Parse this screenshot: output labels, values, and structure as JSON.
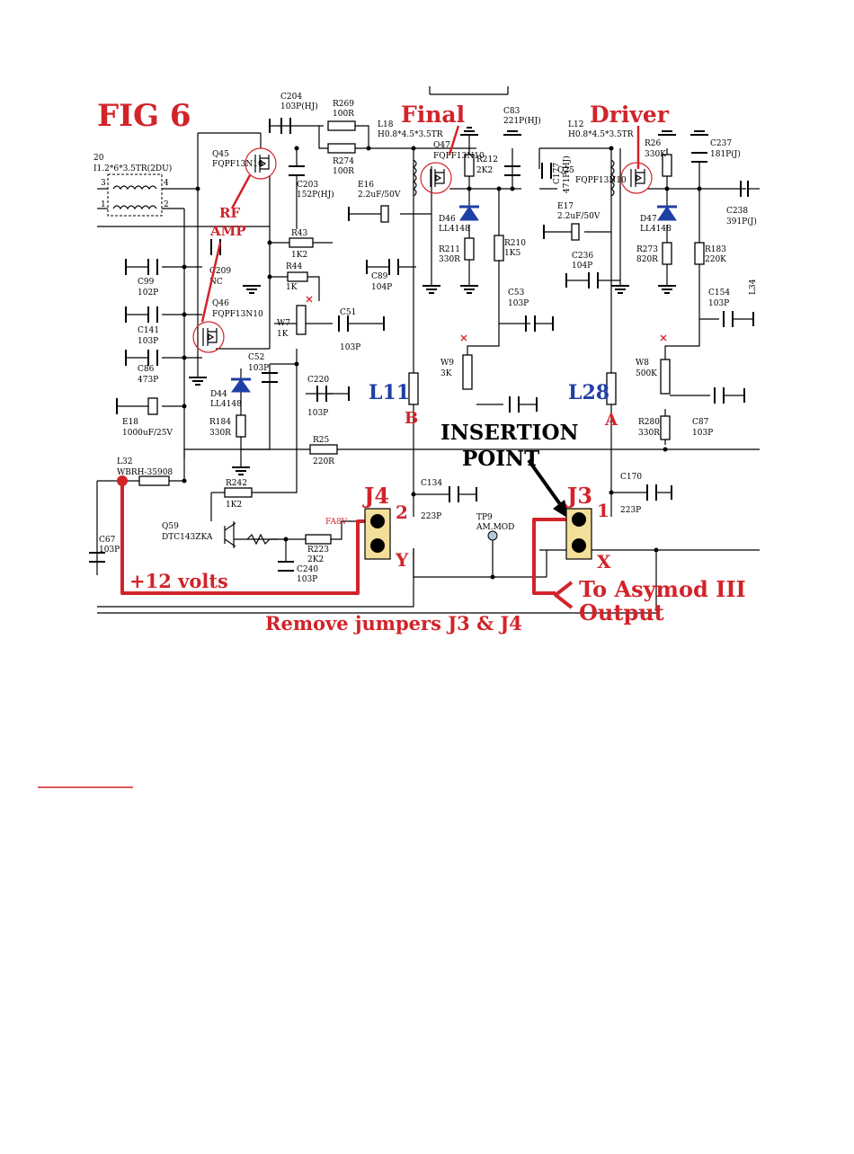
{
  "figure": {
    "title": "FIG 6",
    "annotations": {
      "final": "Final",
      "driver": "Driver",
      "rf_amp_line1": "RF",
      "rf_amp_line2": "AMP",
      "insertion_line1": "INSERTION",
      "insertion_line2": "POINT",
      "supply": "+12 volts",
      "remove_jumpers": "Remove jumpers J3 & J4",
      "to_asymod_line1": "To Asymod III",
      "to_asymod_line2": "Output",
      "j4": "J4",
      "j3": "J3",
      "pin2": "2",
      "pin1": "1",
      "pinY": "Y",
      "pinX": "X",
      "l11": "L11",
      "l28": "L28",
      "nodeB": "B",
      "nodeA": "A"
    },
    "colors": {
      "annotation_red": "#d2232a",
      "annotation_blue": "#1f3fa6",
      "jumper_fill": "#f3df9a"
    }
  },
  "components": {
    "t20": [
      "20",
      "I1.2*6*3.5TR(2DU)",
      "3",
      "4",
      "1",
      "2"
    ],
    "c204": [
      "C204",
      "103P(HJ)"
    ],
    "r269": [
      "R269",
      "100R"
    ],
    "r274": [
      "R274",
      "100R"
    ],
    "l18": [
      "L18",
      "H0.8*4.5*3.5TR"
    ],
    "c83": [
      "C83",
      "221P(HJ)"
    ],
    "l12": [
      "L12",
      "H0.8*4.5*3.5TR"
    ],
    "q45": [
      "Q45",
      "FQPF13N10"
    ],
    "q47": [
      "Q47",
      "FQPF13N10"
    ],
    "r212": [
      "R212",
      "2K2"
    ],
    "c177": [
      "C177",
      "471P(HJ)"
    ],
    "q25": [
      "Q25",
      "FQPF13N10"
    ],
    "r26": [
      "R26",
      "330K"
    ],
    "c237": [
      "C237",
      "181P(J)"
    ],
    "c238": [
      "C238",
      "391P(J)"
    ],
    "c203": [
      "C203",
      "152P(HJ)"
    ],
    "e16": [
      "E16",
      "2.2uF/50V"
    ],
    "d46": [
      "D46",
      "LL4148"
    ],
    "e17": [
      "E17",
      "2.2uF/50V"
    ],
    "d47": [
      "D47",
      "LL4148"
    ],
    "r43": [
      "R43",
      "1K2"
    ],
    "r211": [
      "R211",
      "330R"
    ],
    "r210": [
      "R210",
      "1K5"
    ],
    "c236": [
      "C236",
      "104P"
    ],
    "r273": [
      "R273",
      "820R"
    ],
    "r183": [
      "R183",
      "220K"
    ],
    "c99": [
      "C99",
      "102P"
    ],
    "c209": [
      "C209",
      "NC"
    ],
    "r44": [
      "R44",
      "1K"
    ],
    "c89": [
      "C89",
      "104P"
    ],
    "c53": [
      "C53",
      "103P"
    ],
    "c154": [
      "C154",
      "103P"
    ],
    "l34": "L34",
    "c141": [
      "C141",
      "103P"
    ],
    "q46": [
      "Q46",
      "FQPF13N10"
    ],
    "w7": [
      "W7",
      "1K"
    ],
    "c51": [
      "C51",
      "103P"
    ],
    "c86": [
      "C86",
      "473P"
    ],
    "c52": [
      "C52",
      "103P"
    ],
    "w9": [
      "W9",
      "3K"
    ],
    "w8": [
      "W8",
      "500K"
    ],
    "d44": [
      "D44",
      "LL4148"
    ],
    "c220": [
      "C220",
      "103P"
    ],
    "r184": [
      "R184",
      "330R"
    ],
    "e18": [
      "E18",
      "1000uF/25V"
    ],
    "r280": [
      "R280",
      "330R"
    ],
    "c87": [
      "C87",
      "103P"
    ],
    "r25": [
      "R25",
      "220R"
    ],
    "l32": [
      "L32",
      "WBRH-35908"
    ],
    "r242": [
      "R242",
      "1K2"
    ],
    "c134": [
      "C134",
      "223P"
    ],
    "c170": [
      "C170",
      "223P"
    ],
    "q59": [
      "Q59",
      "DTC143ZKA"
    ],
    "fa8v": "FA8V",
    "tp9": [
      "TP9",
      "AM.MOD"
    ],
    "r223": [
      "R223",
      "2K2"
    ],
    "c240": [
      "C240",
      "103P"
    ],
    "c67": [
      "C67",
      "103P"
    ]
  }
}
